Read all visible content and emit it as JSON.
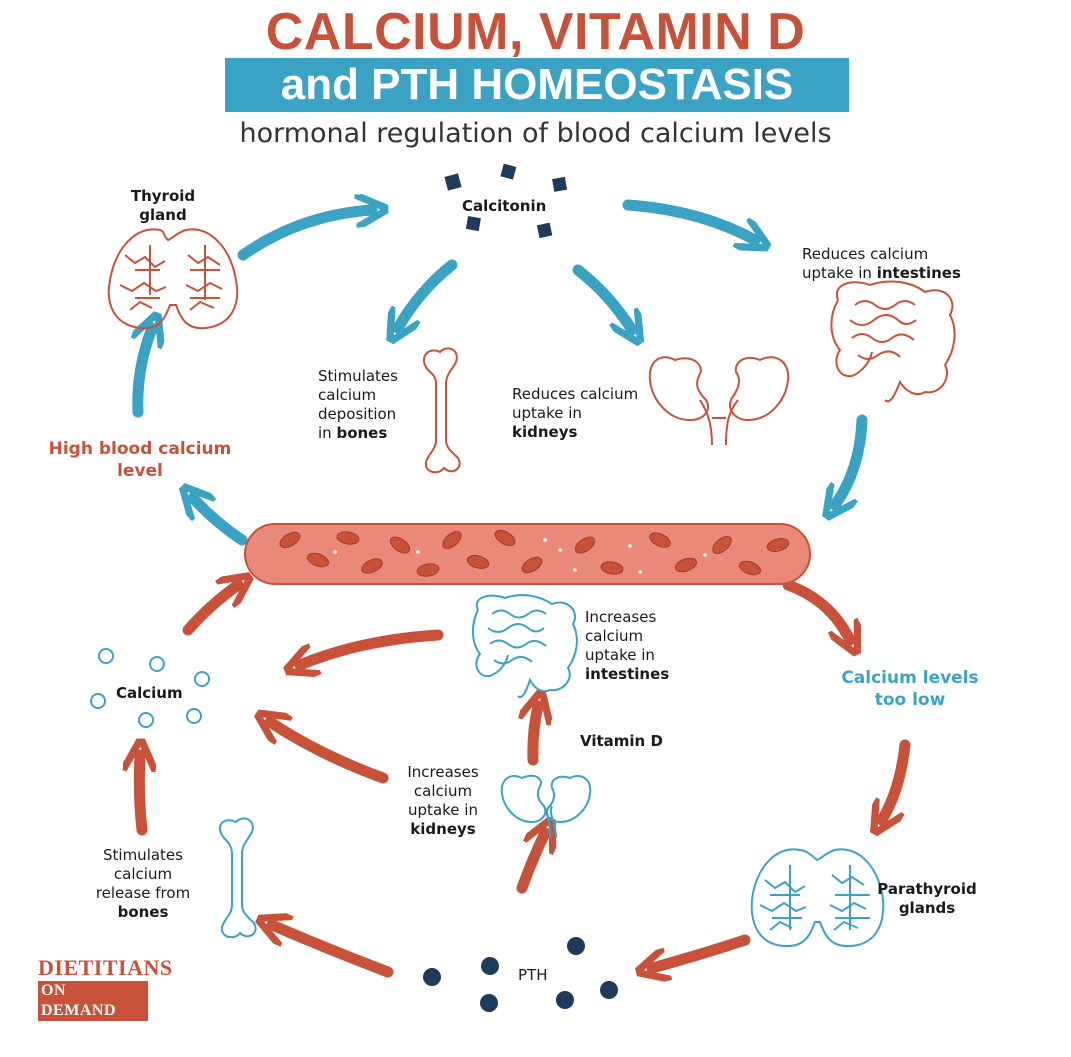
{
  "header": {
    "title_line1": "CALCIUM, VITAMIN D",
    "title_line2": "and PTH HOMEOSTASIS",
    "subtitle": "hormonal regulation of blood calcium levels"
  },
  "colors": {
    "red": "#c8513a",
    "blue": "#3aa3c4",
    "navy": "#1f3b5c",
    "vessel": "#e9897a"
  },
  "icons": {
    "thyroid": "thyroid-gland-icon",
    "calcitonin": "calcitonin-molecules-icon",
    "intestines": "intestines-icon",
    "bone": "bone-icon",
    "kidneys": "kidneys-icon",
    "vessel": "blood-vessel-icon",
    "parathyroid": "parathyroid-glands-icon",
    "pth": "pth-molecules-icon",
    "calcium": "calcium-ions-icon"
  },
  "labels": {
    "thyroid": [
      "Thyroid",
      "gland"
    ],
    "calcitonin": "Calcitonin",
    "reduces_intestines": {
      "line1": "Reduces calcium",
      "pre": "uptake in ",
      "bold": "intestines"
    },
    "stimulates_deposition": {
      "lines": [
        "Stimulates",
        "calcium",
        "deposition"
      ],
      "pre": "in ",
      "bold": "bones"
    },
    "reduces_kidneys": {
      "line1": "Reduces calcium",
      "pre": "uptake in ",
      "bold": "kidneys"
    },
    "high_blood_calcium": [
      "High blood calcium",
      "level"
    ],
    "increases_intestines": {
      "lines": [
        "Increases",
        "calcium",
        "uptake in"
      ],
      "bold": "intestines"
    },
    "calcium_levels_low": [
      "Calcium levels",
      "too low"
    ],
    "calcium": "Calcium",
    "vitamin_d": "Vitamin D",
    "increases_kidneys": {
      "lines": [
        "Increases",
        "calcium",
        "uptake in"
      ],
      "bold": "kidneys"
    },
    "stimulates_release": {
      "lines": [
        "Stimulates",
        "calcium",
        "release from"
      ],
      "bold": "bones"
    },
    "parathyroid": [
      "Parathyroid",
      "glands"
    ],
    "pth": "PTH"
  },
  "logo": {
    "top": "DIETITIANS",
    "bottom": "ON DEMAND"
  }
}
